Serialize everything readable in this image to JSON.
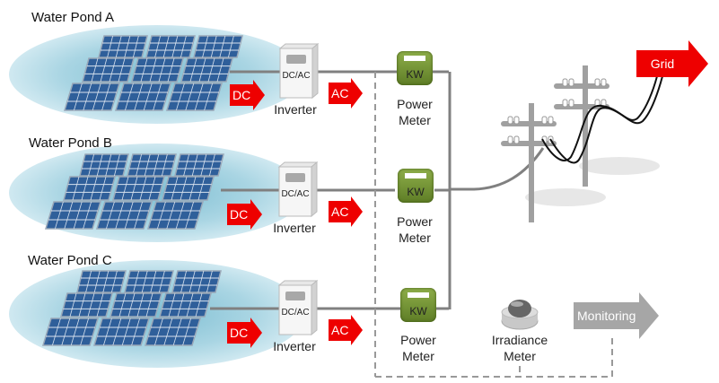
{
  "ponds": [
    {
      "label": "Water Pond A",
      "dc": "DC",
      "inverter_face": "DC/AC",
      "inverter_label": "Inverter",
      "ac": "AC",
      "meter_face": "KW",
      "meter_label_1": "Power",
      "meter_label_2": "Meter"
    },
    {
      "label": "Water Pond B",
      "dc": "DC",
      "inverter_face": "DC/AC",
      "inverter_label": "Inverter",
      "ac": "AC",
      "meter_face": "KW",
      "meter_label_1": "Power",
      "meter_label_2": "Meter"
    },
    {
      "label": "Water Pond C",
      "dc": "DC",
      "inverter_face": "DC/AC",
      "inverter_label": "Inverter",
      "ac": "AC",
      "meter_face": "KW",
      "meter_label_1": "Power",
      "meter_label_2": "Meter"
    }
  ],
  "grid": {
    "label": "Grid",
    "color": "#ee0000"
  },
  "monitoring": {
    "label": "Monitoring",
    "color": "#a6a6a6"
  },
  "irradiance": {
    "label_1": "Irradiance",
    "label_2": "Meter"
  },
  "colors": {
    "panel": "#2f5f9a",
    "meter": "#6f8f33",
    "wire": "#808080",
    "tag": "#ee0000"
  }
}
